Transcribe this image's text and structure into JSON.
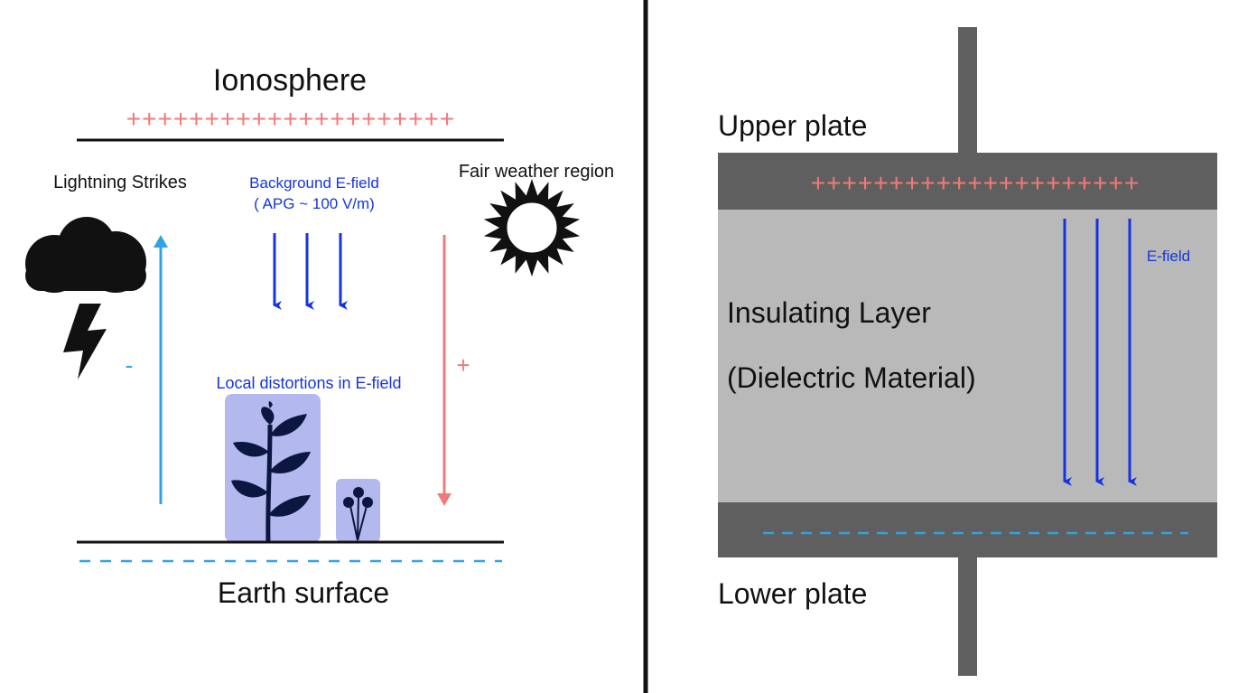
{
  "left_panel": {
    "ionosphere_label": "Ionosphere",
    "ionosphere_charges": "+++++++++++++++++++++",
    "lightning_label": "Lightning Strikes",
    "background_field_label": "Background E-field",
    "apg_label": "( APG ~ 100 V/m)",
    "fair_weather_label": "Fair weather region",
    "negative_sign": "-",
    "positive_sign": "+",
    "local_distortion_label": "Local distortions in E-field",
    "earth_label": "Earth surface",
    "earth_charges": "- - - - - - - - - - - - - - - - - - - - - -"
  },
  "right_panel": {
    "upper_plate_label": "Upper plate",
    "upper_charges": "+++++++++++++++++++++",
    "efield_label": "E-field",
    "insulating_label": "Insulating Layer",
    "dielectric_label": "(Dielectric Material)",
    "lower_charges": "- - - - - - - - - - - - - - - - - - - - - - -",
    "lower_plate_label": "Lower plate"
  },
  "colors": {
    "positive": "#f07a78",
    "negative": "#2fa3e6",
    "field": "#1534e0",
    "plate": "#5f5f5f",
    "dielectric": "#b9b9b9",
    "plant_box": "#b3b8ee",
    "plant": "#0b1740"
  }
}
